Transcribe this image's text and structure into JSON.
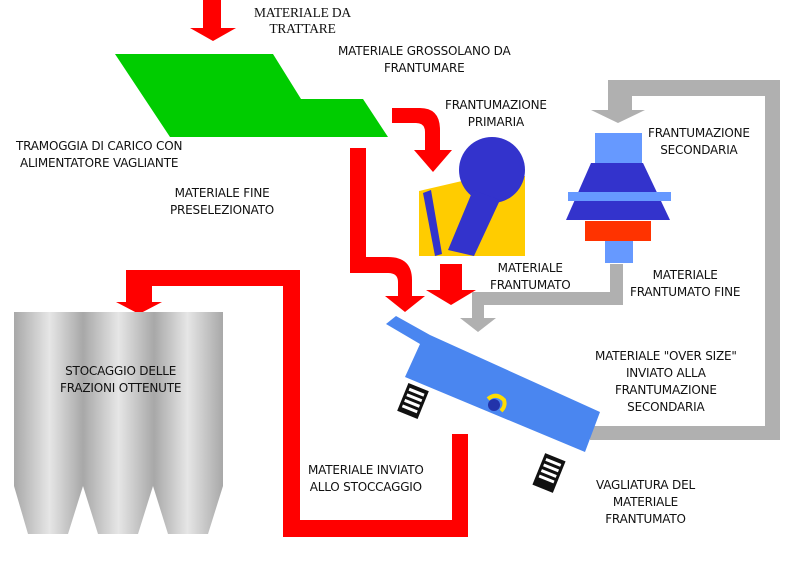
{
  "title": "Schema impianto di frantumazione e vagliatura",
  "colors": {
    "flow_primary": "#ff0000",
    "flow_secondary": "#b0b0b0",
    "hopper": "#00cc00",
    "primary_crusher_body": "#ffcc00",
    "primary_crusher_parts": "#3333cc",
    "secondary_crusher_dark": "#3333cc",
    "secondary_crusher_light": "#6699ff",
    "secondary_crusher_base": "#ff3300",
    "screen": "#4a86f0",
    "silo": "#c8c8c8"
  },
  "labels": {
    "input_material": "MATERIALE DA\nTRATTARE",
    "coarse_material": "MATERIALE GROSSOLANO DA\nFRANTUMARE",
    "primary_crushing": "FRANTUMAZIONE\nPRIMARIA",
    "hopper": "TRAMOGGIA DI CARICO CON\nALIMENTATORE VAGLIANTE",
    "fine_preselected": "MATERIALE FINE\nPRESELEZIONATO",
    "secondary_crushing": "FRANTUMAZIONE\nSECONDARIA",
    "crushed_material": "MATERIALE\nFRANTUMATO",
    "fine_crushed_material": "MATERIALE\nFRANTUMATO FINE",
    "oversize_material": "MATERIALE \"OVER SIZE\"\nINVIATO ALLA\nFRANTUMAZIONE\nSECONDARIA",
    "storage": "STOCAGGIO DELLE\nFRAZIONI OTTENUTE",
    "sent_to_storage": "MATERIALE INVIATO\nALLO STOCCAGGIO",
    "screening": "VAGLIATURA DEL\nMATERIALE\nFRANTUMATO"
  }
}
